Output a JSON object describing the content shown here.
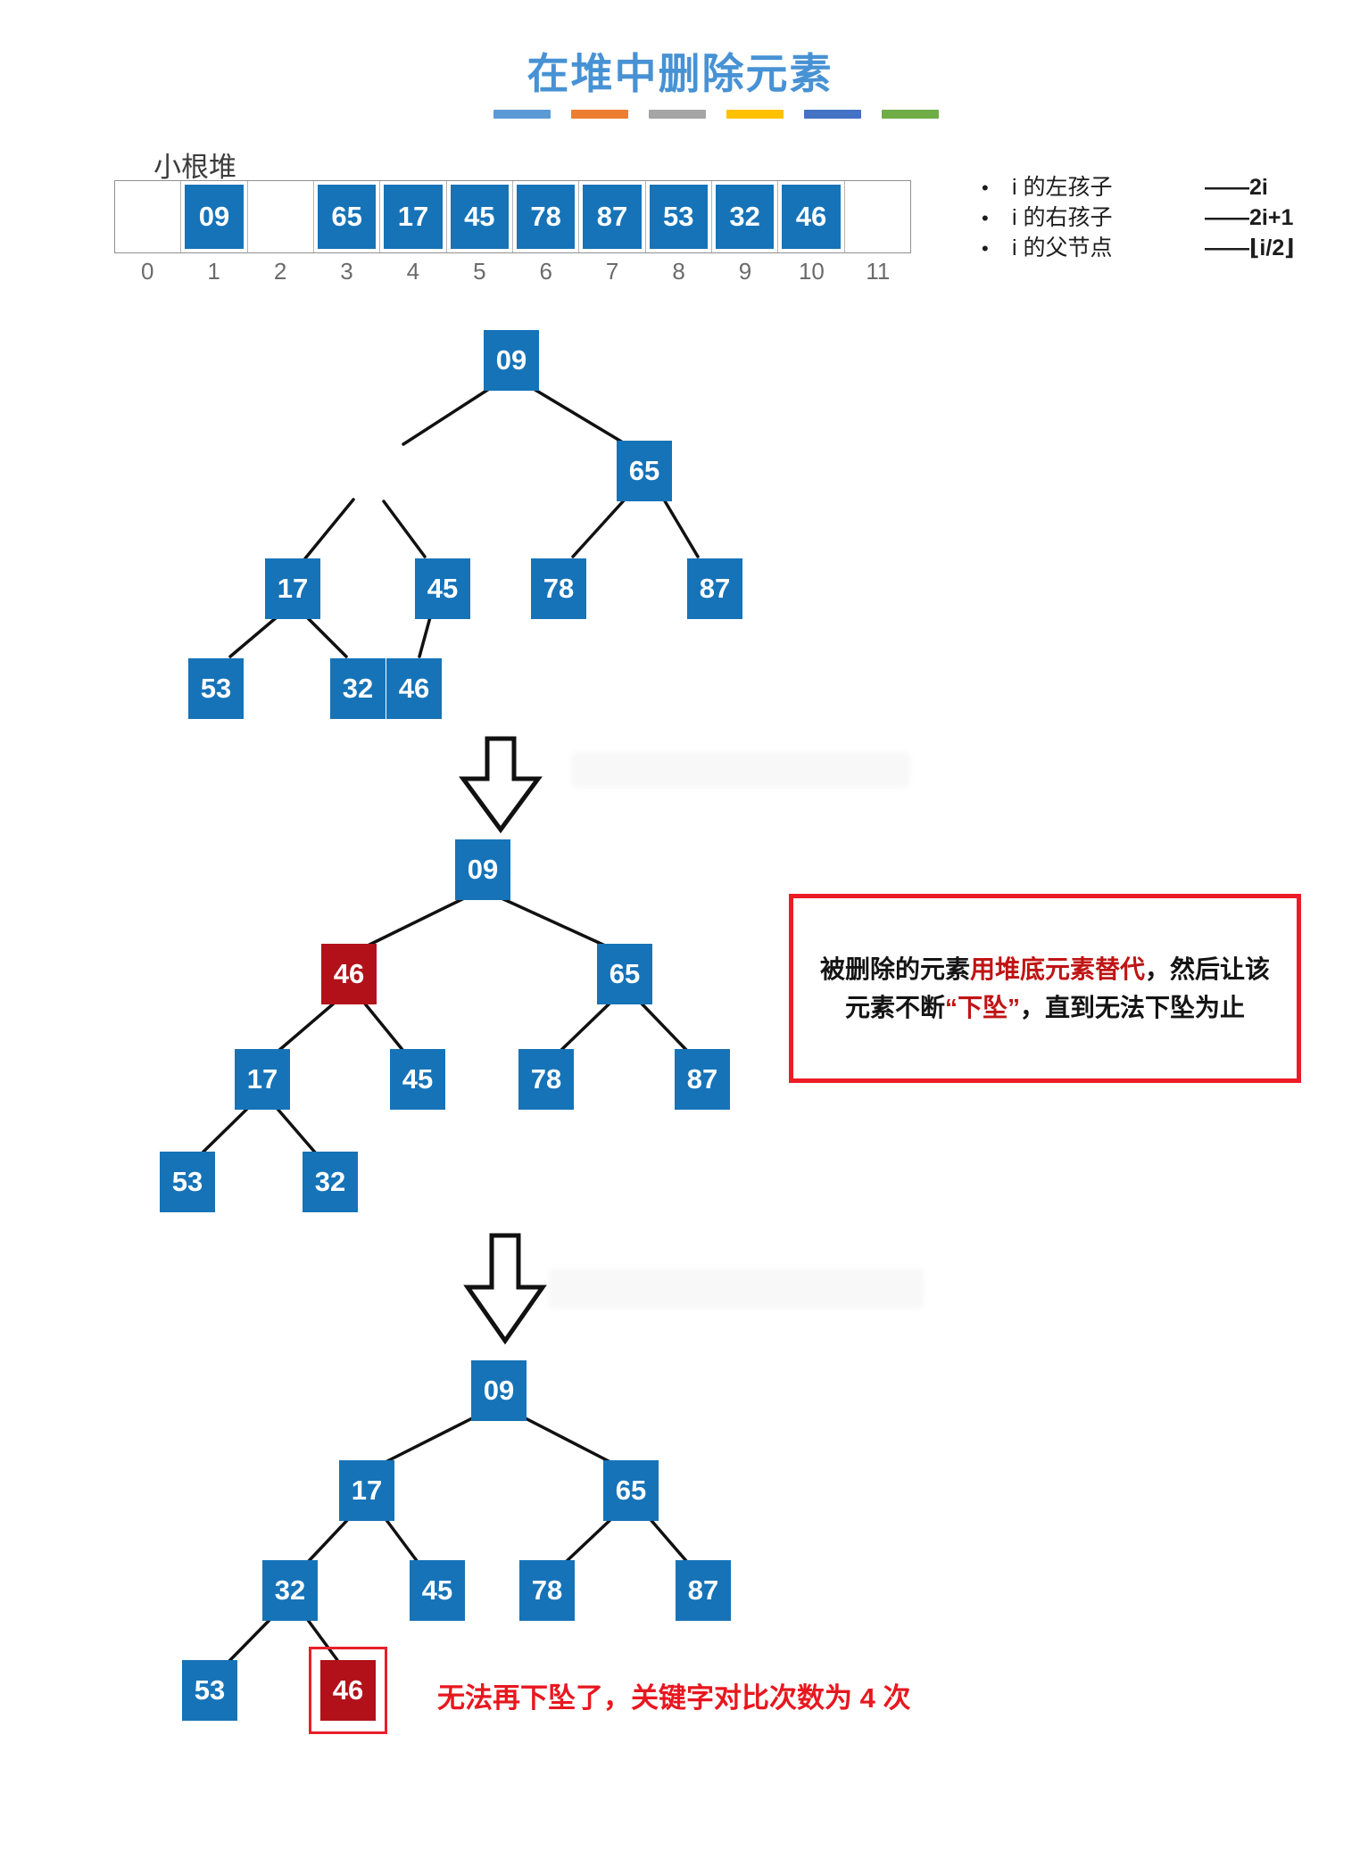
{
  "title": "在堆中删除元素",
  "heap_label": "小根堆",
  "decor_bars": [
    "#5B9BD5",
    "#ED7D31",
    "#A5A5A5",
    "#FFC000",
    "#4472C4",
    "#70AD47"
  ],
  "array": {
    "cells": [
      "",
      "09",
      "",
      "65",
      "17",
      "45",
      "78",
      "87",
      "53",
      "32",
      "46",
      ""
    ],
    "indices": [
      "0",
      "1",
      "2",
      "3",
      "4",
      "5",
      "6",
      "7",
      "8",
      "9",
      "10",
      "11"
    ]
  },
  "legend": {
    "items": [
      {
        "bullet": "•",
        "label": "i 的左孩子",
        "formula": "——2i"
      },
      {
        "bullet": "•",
        "label": "i 的右孩子",
        "formula": "——2i+1"
      },
      {
        "bullet": "•",
        "label": "i 的父节点",
        "formula": "——⌊i/2⌋"
      }
    ]
  },
  "trees": {
    "t1": {
      "nodes": [
        {
          "v": "09"
        },
        {
          "v": "65"
        },
        {
          "v": "17"
        },
        {
          "v": "45"
        },
        {
          "v": "78"
        },
        {
          "v": "87"
        },
        {
          "v": "53"
        },
        {
          "v": "32"
        },
        {
          "v": "46"
        }
      ]
    },
    "t2": {
      "nodes": [
        {
          "v": "09"
        },
        {
          "v": "46"
        },
        {
          "v": "65"
        },
        {
          "v": "17"
        },
        {
          "v": "45"
        },
        {
          "v": "78"
        },
        {
          "v": "87"
        },
        {
          "v": "53"
        },
        {
          "v": "32"
        }
      ]
    },
    "t3": {
      "nodes": [
        {
          "v": "09"
        },
        {
          "v": "17"
        },
        {
          "v": "65"
        },
        {
          "v": "32"
        },
        {
          "v": "45"
        },
        {
          "v": "78"
        },
        {
          "v": "87"
        },
        {
          "v": "53"
        },
        {
          "v": "46"
        }
      ]
    }
  },
  "note_box": {
    "b1": "被删除的元素",
    "r1": "用堆底元素替代",
    "b2": "，然后让该元素不断",
    "r2": "“下坠”",
    "b3": "，直到无法下坠为止"
  },
  "footnote": "无法再下坠了，关键字对比次数为 4 次",
  "colors": {
    "title_blue": "#4792d4",
    "node_blue": "#1673b8",
    "node_red": "#b2111a",
    "frame_red": "#e8202a",
    "note_border_red": "#ed1c24",
    "note_text_red": "#c01414",
    "footnote_red": "#e8171f"
  }
}
